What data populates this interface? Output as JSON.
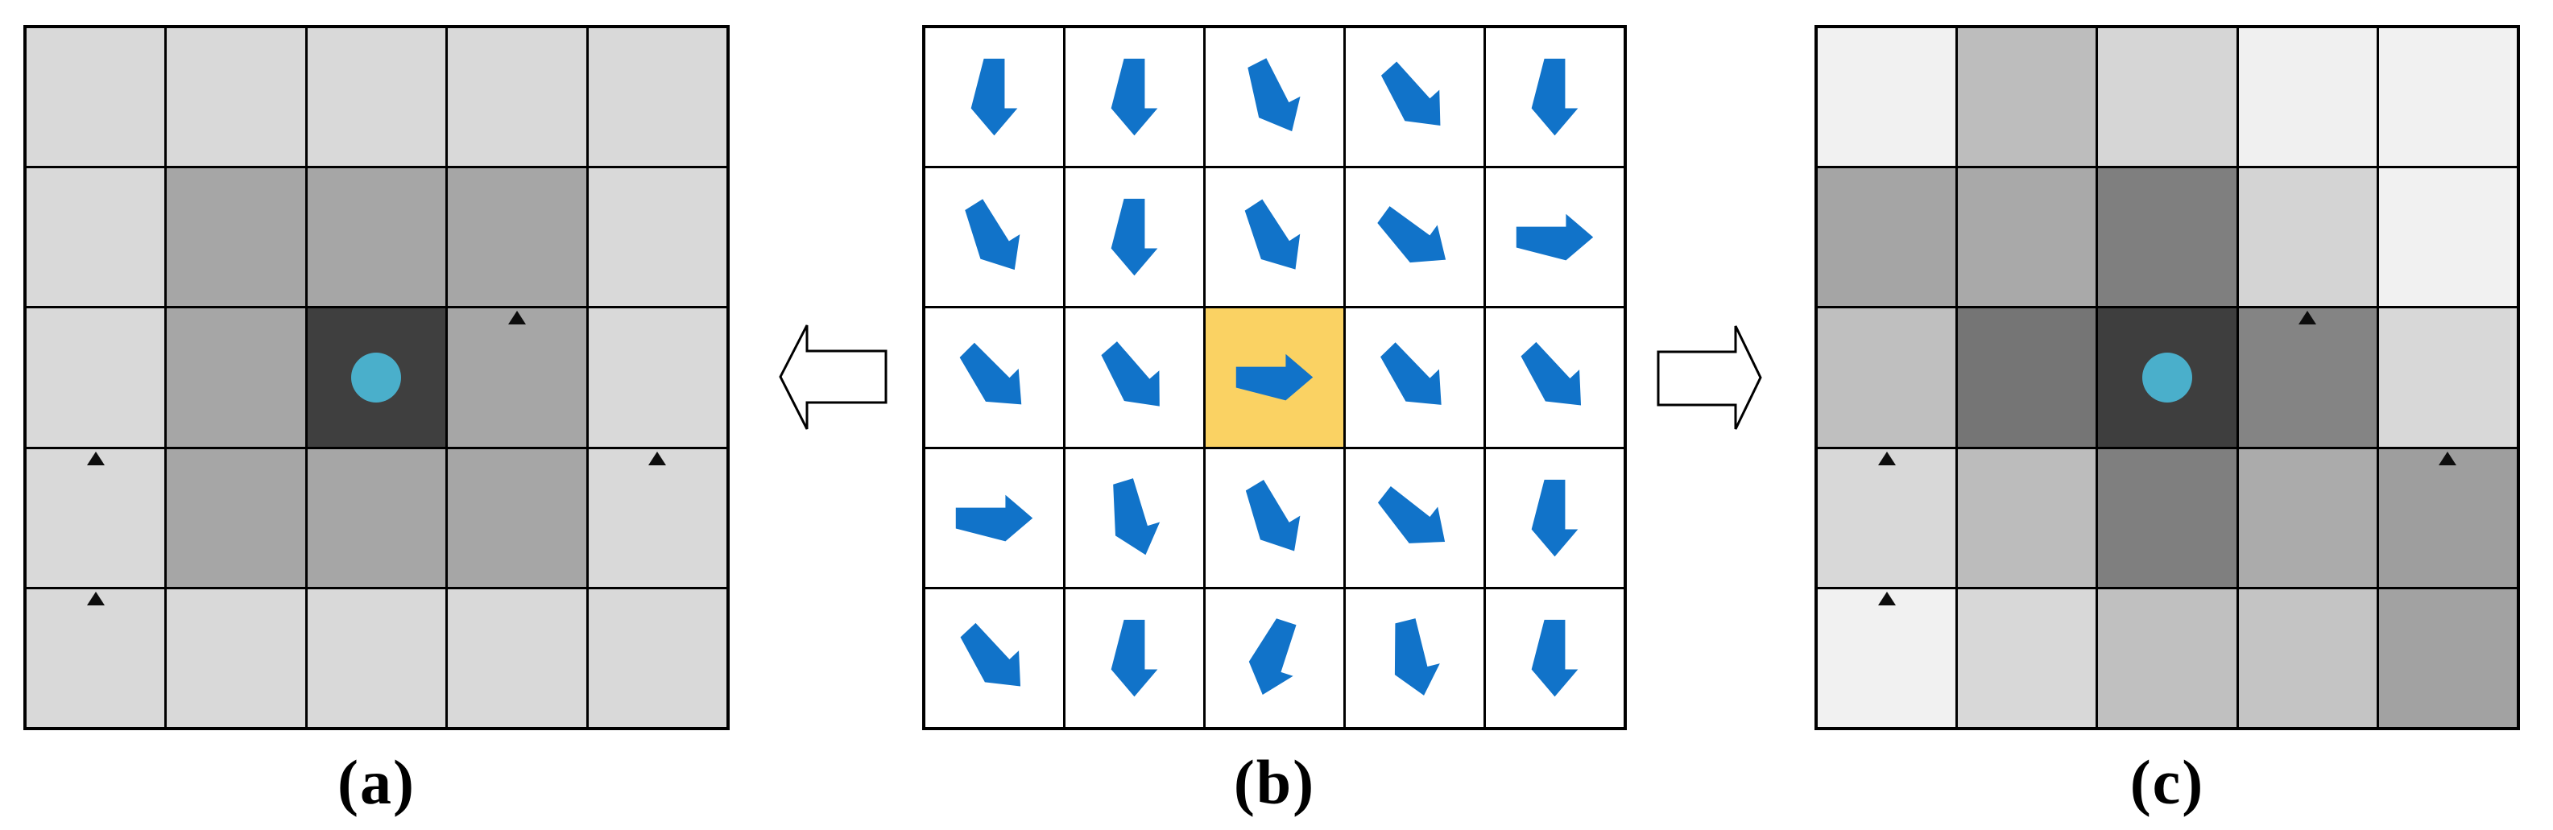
{
  "figure": {
    "background": "#FFFFFF",
    "grid_line_color": "#000000",
    "panels": [
      {
        "id": "a",
        "label": "(a)",
        "type": "shading-grid",
        "rows": 5,
        "cols": 5,
        "cell_colors": [
          [
            "#D9D9D9",
            "#D9D9D9",
            "#D9D9D9",
            "#D9D9D9",
            "#D9D9D9"
          ],
          [
            "#D9D9D9",
            "#A6A6A6",
            "#A6A6A6",
            "#A6A6A6",
            "#D9D9D9"
          ],
          [
            "#D9D9D9",
            "#A6A6A6",
            "#3F3F3F",
            "#A6A6A6",
            "#D9D9D9"
          ],
          [
            "#D9D9D9",
            "#A6A6A6",
            "#A6A6A6",
            "#A6A6A6",
            "#D9D9D9"
          ],
          [
            "#D9D9D9",
            "#D9D9D9",
            "#D9D9D9",
            "#D9D9D9",
            "#D9D9D9"
          ]
        ],
        "agent_circle": {
          "row": 3,
          "col": 3,
          "color": "#4AAFCB"
        },
        "triangle_color": "#0D0D0D",
        "triangles": [
          {
            "row": 3,
            "col": 4
          },
          {
            "row": 4,
            "col": 1
          },
          {
            "row": 4,
            "col": 5
          },
          {
            "row": 5,
            "col": 1
          }
        ]
      },
      {
        "id": "b",
        "label": "(b)",
        "type": "policy-arrow-grid",
        "rows": 5,
        "cols": 5,
        "cell_background": "#FFFFFF",
        "highlight_cell": {
          "row": 3,
          "col": 3,
          "color": "#FAD263"
        },
        "arrow_color": "#1173C9",
        "arrow_angles_deg": [
          [
            90,
            90,
            63,
            48,
            90
          ],
          [
            58,
            90,
            57,
            36,
            0
          ],
          [
            45,
            49,
            0,
            46,
            47
          ],
          [
            0,
            73,
            59,
            38,
            90
          ],
          [
            47,
            90,
            108,
            76,
            90
          ]
        ]
      },
      {
        "id": "c",
        "label": "(c)",
        "type": "shading-grid",
        "rows": 5,
        "cols": 5,
        "cell_colors": [
          [
            "#F1F1F1",
            "#BDBDBD",
            "#D6D6D6",
            "#F0F0F0",
            "#F1F1F1"
          ],
          [
            "#A5A5A5",
            "#A9A9A9",
            "#7F7F7F",
            "#D4D4D4",
            "#F1F1F1"
          ],
          [
            "#BFBFBF",
            "#757575",
            "#3E3E3E",
            "#848484",
            "#D8D8D8"
          ],
          [
            "#D8D8D8",
            "#BCBCBC",
            "#7F7F7F",
            "#ABABAB",
            "#9E9E9E"
          ],
          [
            "#F1F1F1",
            "#D8D8D8",
            "#C0C0C0",
            "#C4C4C4",
            "#A2A2A2"
          ]
        ],
        "agent_circle": {
          "row": 3,
          "col": 3,
          "color": "#4AAFCB"
        },
        "triangle_color": "#0D0D0D",
        "triangles": [
          {
            "row": 3,
            "col": 4
          },
          {
            "row": 4,
            "col": 1
          },
          {
            "row": 4,
            "col": 5
          },
          {
            "row": 5,
            "col": 1
          }
        ]
      }
    ],
    "connectors": [
      {
        "id": "left",
        "direction": "left",
        "fill": "#FFFFFF",
        "stroke": "#000000"
      },
      {
        "id": "right",
        "direction": "right",
        "fill": "#FFFFFF",
        "stroke": "#000000"
      }
    ]
  }
}
